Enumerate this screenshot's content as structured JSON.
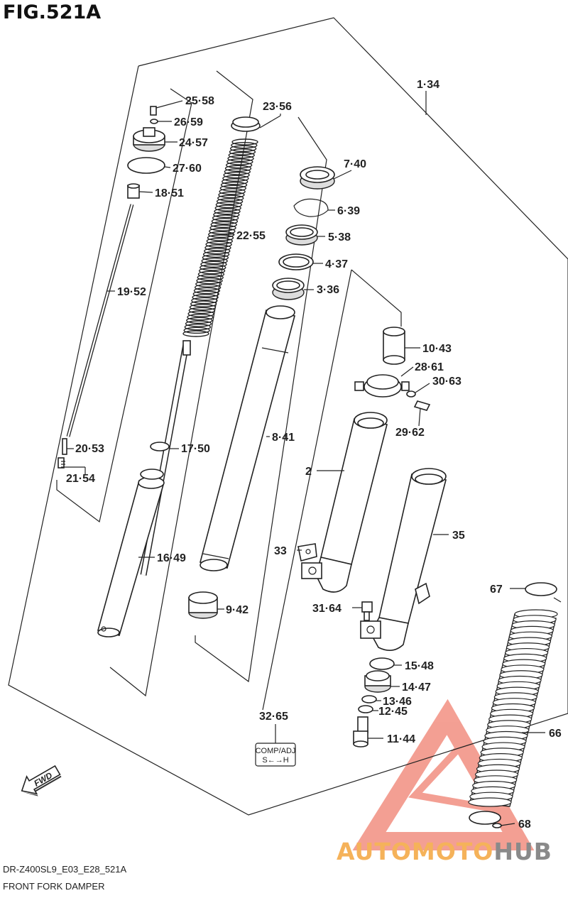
{
  "figure": {
    "title": "FIG.521A",
    "code": "DR-Z400SL9_E03_E28_521A",
    "description": "FRONT FORK DAMPER"
  },
  "labels": {
    "l1_34": "1·34",
    "l2": "2",
    "l3_36": "3·36",
    "l4_37": "4·37",
    "l5_38": "5·38",
    "l6_39": "6·39",
    "l7_40": "7·40",
    "l8_41": "8·41",
    "l9_42": "9·42",
    "l10_43": "10·43",
    "l11_44": "11·44",
    "l12_45": "12·45",
    "l13_46": "13·46",
    "l14_47": "14·47",
    "l15_48": "15·48",
    "l16_49": "16·49",
    "l17_50": "17·50",
    "l18_51": "18·51",
    "l19_52": "19·52",
    "l20_53": "20·53",
    "l21_54": "21·54",
    "l22_55": "22·55",
    "l23_56": "23·56",
    "l24_57": "24·57",
    "l25_58": "25·58",
    "l26_59": "26·59",
    "l27_60": "27·60",
    "l28_61": "28·61",
    "l29_62": "29·62",
    "l30_63": "30·63",
    "l31_64": "31·64",
    "l32_65": "32·65",
    "l33": "33",
    "l35": "35",
    "l66": "66",
    "l67": "67",
    "l68": "68"
  },
  "adjuster_tag": {
    "line1": "COMP/ADJ",
    "line2": "S←→H"
  },
  "direction_arrow": "FWD",
  "watermark": {
    "part1": "AUTOMOTO",
    "part2": "HUB",
    "color_primary": "#f08070",
    "color_secondary": "#f5c26b",
    "color_dark": "#8a8a8a"
  }
}
